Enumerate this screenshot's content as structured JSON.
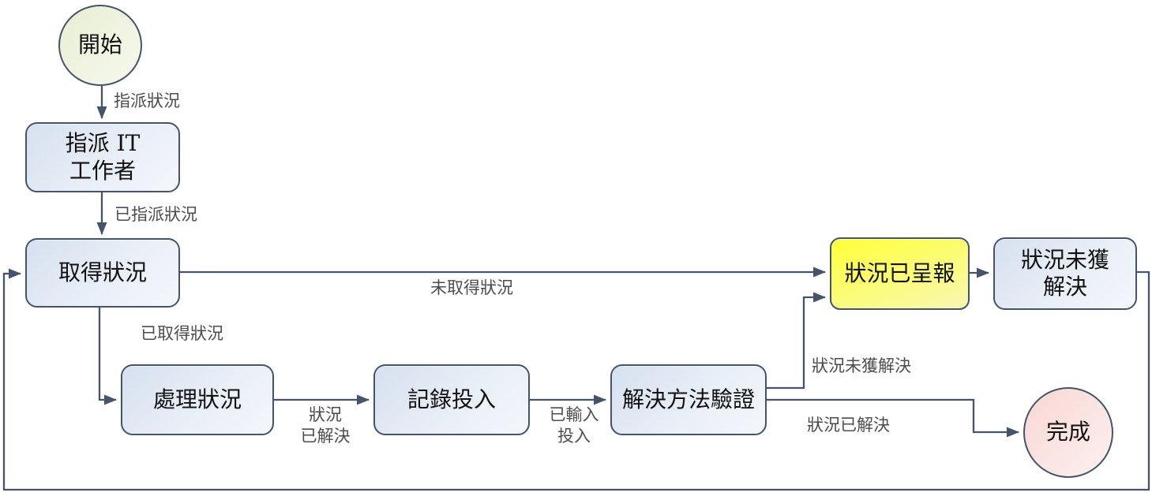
{
  "nodes": {
    "start": {
      "label": "開始",
      "shape": "circle"
    },
    "assign_it": {
      "label": "指派 IT\n工作者",
      "shape": "rounded-box"
    },
    "obtain": {
      "label": "取得狀況",
      "shape": "rounded-box"
    },
    "process": {
      "label": "處理狀況",
      "shape": "rounded-box"
    },
    "record": {
      "label": "記錄投入",
      "shape": "rounded-box"
    },
    "verify": {
      "label": "解決方法驗證",
      "shape": "rounded-box"
    },
    "reported": {
      "label": "狀況已呈報",
      "shape": "rounded-box-yellow"
    },
    "unresolved": {
      "label": "狀況未獲\n解決",
      "shape": "rounded-box"
    },
    "complete": {
      "label": "完成",
      "shape": "circle"
    }
  },
  "edge_labels": {
    "assign_status": "指派狀況",
    "status_assigned": "已指派狀況",
    "status_not_obtained": "未取得狀況",
    "status_obtained": "已取得狀況",
    "status_resolved_two_line": "狀況\n已解決",
    "input_entered_two_line": "已輸入\n投入",
    "status_not_resolved": "狀況未獲解決",
    "status_resolved": "狀況已解決"
  },
  "colors": {
    "line-color": "#44546a",
    "border-color": "#44546a",
    "node-text-color": "#111111",
    "label-text-color": "#4d4d4d",
    "blue-fill-dark": "#d6e0ef",
    "blue-fill-light": "#f4f7fb",
    "yellow-fill-dark": "#feff42",
    "yellow-fill-light": "#f8f8ad",
    "green-fill-dark": "#e8eed1",
    "green-fill-light": "#f7f9ee",
    "pink-fill-dark": "#f8d7d3",
    "pink-fill-light": "#fdf1f0"
  }
}
